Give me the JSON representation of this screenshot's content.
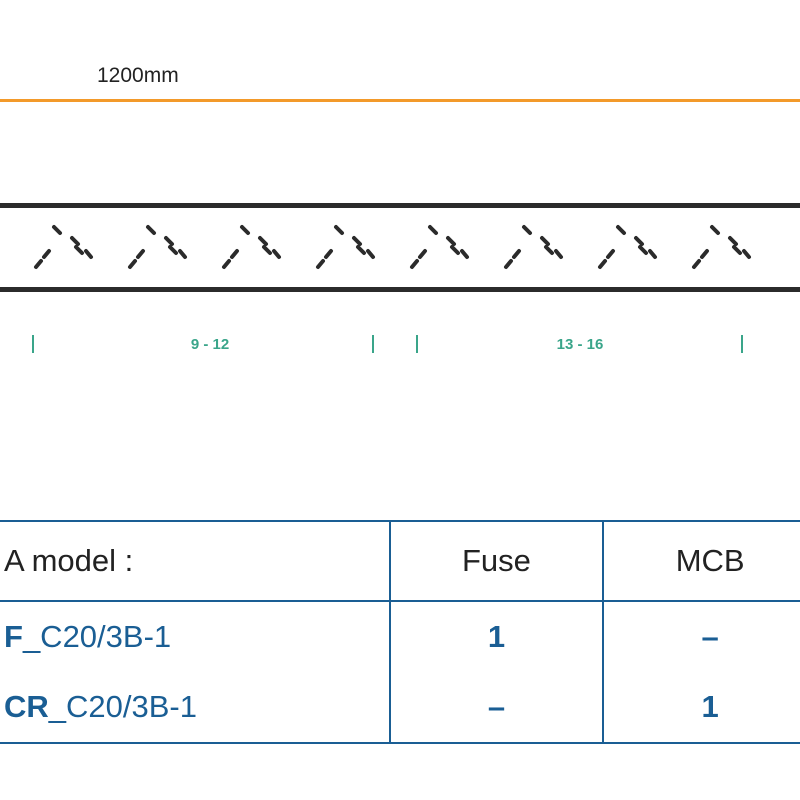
{
  "dimension": {
    "label": "1200mm",
    "color": "#f39a2a"
  },
  "rail": {
    "stroke_color": "#2b2b2b",
    "module_count": 8
  },
  "groups": {
    "color": "#3aa58a",
    "items": [
      {
        "label": "9 - 12"
      },
      {
        "label": "13 - 16"
      }
    ]
  },
  "table": {
    "border_color": "#1a5e94",
    "header": {
      "model": "A model :",
      "fuse": "Fuse",
      "mcb": "MCB"
    },
    "rows": [
      {
        "model_prefix": "F",
        "model_suffix": "_C20/3B-1",
        "fuse": "1",
        "mcb": "–"
      },
      {
        "model_prefix": "CR",
        "model_suffix": "_C20/3B-1",
        "fuse": "–",
        "mcb": "1"
      }
    ],
    "text_color": "#1a5e94"
  }
}
